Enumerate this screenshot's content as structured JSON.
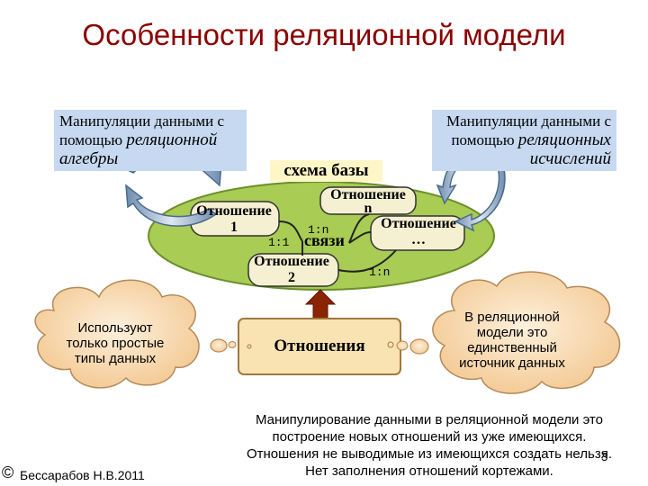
{
  "title": "Особенности реляционной модели",
  "left_box": {
    "line1": "Манипуляции данными с",
    "line2": "помощью",
    "line2_italic": "реляционной",
    "line3_italic": "алгебры"
  },
  "right_box": {
    "line1": "Манипуляции данными с",
    "line2": "помощью",
    "line2_italic": "реляционных",
    "line3_italic": "исчислений"
  },
  "schema_label": "схема базы",
  "relations": {
    "rel1": {
      "label": "Отношение",
      "index": "1"
    },
    "rel2": {
      "label": "Отношение",
      "index": "2"
    },
    "reln": {
      "label": "Отношение",
      "index": "n"
    },
    "reldots": {
      "label": "Отношение",
      "index": "…"
    }
  },
  "cardinalities": {
    "a": "1:n",
    "b": "1:1",
    "c": "1:n"
  },
  "links_label": "связи",
  "relations_box": "Отношения",
  "cloud_left": {
    "line1": "Используют",
    "line2": "только простые",
    "line3": "типы данных"
  },
  "cloud_right": {
    "line1": "В реляционной",
    "line2": "модели это",
    "line3": "единственный",
    "line4": "источник данных"
  },
  "bottom_text": {
    "line1": "Манипулирование данными в реляционной модели  это",
    "line2": "построение новых отношений из уже имеющихся.",
    "line3": "Отношения не выводимые из имеющихся создать нельзя.",
    "line4": "Нет заполнения отношений кортежами."
  },
  "page_number": "3",
  "copyright_symbol": "©",
  "author": "Бессарабов Н.В.2011",
  "colors": {
    "title": "#8b0000",
    "blue_box": "#c6d9f1",
    "ellipse_fill": "#a8cc54",
    "ellipse_stroke": "#6b8f2a",
    "cloud_fill": "#f9dcb4",
    "cloud_stroke": "#b48a5a",
    "relations_box_fill": "#fae3b2",
    "arrow": "#8b2500"
  }
}
